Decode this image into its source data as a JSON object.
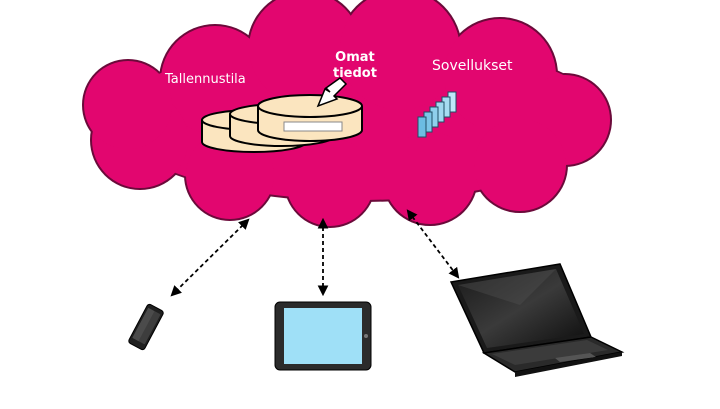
{
  "labels": {
    "storage": "Tallennustila",
    "own_data_line1": "Omat",
    "own_data_line2": "tiedot",
    "apps": "Sovellukset"
  },
  "colors": {
    "cloud": "#e2066f",
    "cloud_outline": "#6b0a3a",
    "disk_fill": "#fbe5bf",
    "screen": "#9fe0f7",
    "device_body": "#2b2b2b",
    "app_block": "#9fd8f0"
  },
  "devices": [
    "smartphone-icon",
    "tablet-icon",
    "laptop-icon"
  ]
}
